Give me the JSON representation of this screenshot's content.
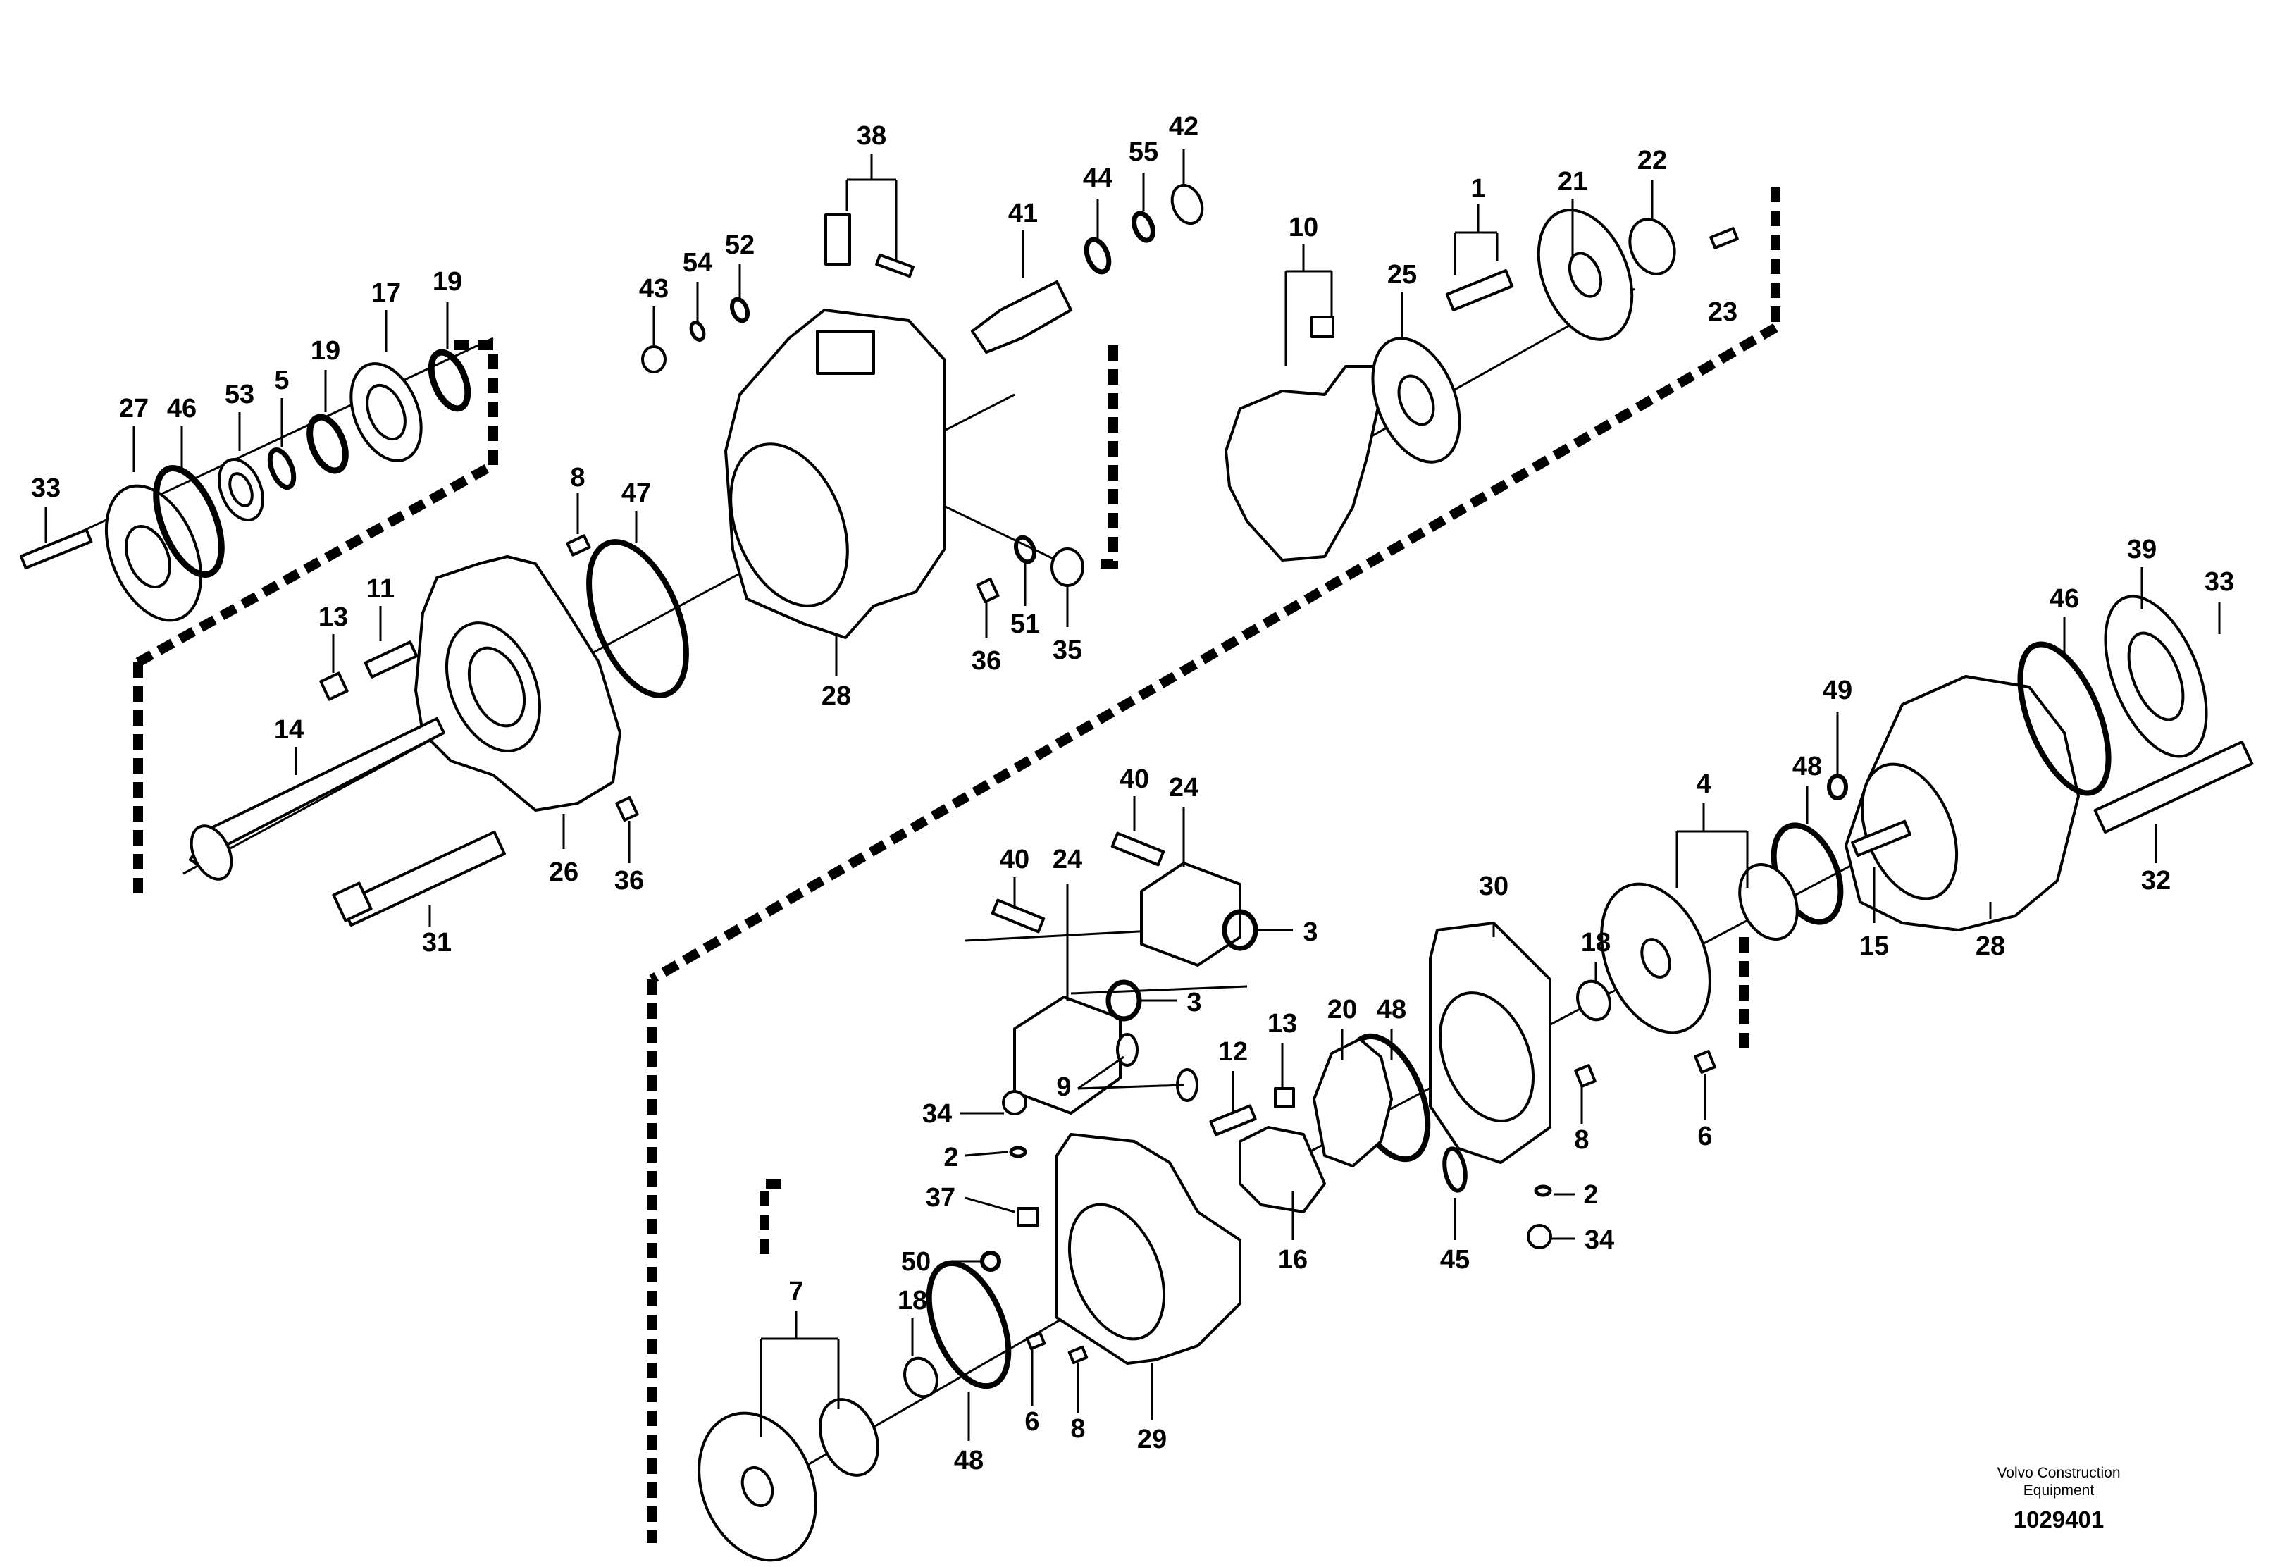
{
  "callouts": [
    {
      "id": "38",
      "text": "38"
    },
    {
      "id": "42",
      "text": "42"
    },
    {
      "id": "55",
      "text": "55"
    },
    {
      "id": "44",
      "text": "44"
    },
    {
      "id": "41",
      "text": "41"
    },
    {
      "id": "1",
      "text": "1"
    },
    {
      "id": "21",
      "text": "21"
    },
    {
      "id": "22",
      "text": "22"
    },
    {
      "id": "23",
      "text": "23"
    },
    {
      "id": "10",
      "text": "10"
    },
    {
      "id": "25",
      "text": "25"
    },
    {
      "id": "52",
      "text": "52"
    },
    {
      "id": "54",
      "text": "54"
    },
    {
      "id": "43",
      "text": "43"
    },
    {
      "id": "17",
      "text": "17"
    },
    {
      "id": "19a",
      "text": "19"
    },
    {
      "id": "19b",
      "text": "19"
    },
    {
      "id": "27",
      "text": "27"
    },
    {
      "id": "46a",
      "text": "46"
    },
    {
      "id": "53",
      "text": "53"
    },
    {
      "id": "5",
      "text": "5"
    },
    {
      "id": "33a",
      "text": "33"
    },
    {
      "id": "8a",
      "text": "8"
    },
    {
      "id": "47",
      "text": "47"
    },
    {
      "id": "13a",
      "text": "13"
    },
    {
      "id": "11",
      "text": "11"
    },
    {
      "id": "14",
      "text": "14"
    },
    {
      "id": "26",
      "text": "26"
    },
    {
      "id": "36a",
      "text": "36"
    },
    {
      "id": "31",
      "text": "31"
    },
    {
      "id": "28a",
      "text": "28"
    },
    {
      "id": "51",
      "text": "51"
    },
    {
      "id": "36b",
      "text": "36"
    },
    {
      "id": "35",
      "text": "35"
    },
    {
      "id": "39",
      "text": "39"
    },
    {
      "id": "33b",
      "text": "33"
    },
    {
      "id": "46b",
      "text": "46"
    },
    {
      "id": "49",
      "text": "49"
    },
    {
      "id": "4",
      "text": "4"
    },
    {
      "id": "48a",
      "text": "48"
    },
    {
      "id": "32",
      "text": "32"
    },
    {
      "id": "15",
      "text": "15"
    },
    {
      "id": "28b",
      "text": "28"
    },
    {
      "id": "40a",
      "text": "40"
    },
    {
      "id": "24a",
      "text": "24"
    },
    {
      "id": "40b",
      "text": "40"
    },
    {
      "id": "24b",
      "text": "24"
    },
    {
      "id": "3a",
      "text": "3"
    },
    {
      "id": "3b",
      "text": "3"
    },
    {
      "id": "30",
      "text": "30"
    },
    {
      "id": "18a",
      "text": "18"
    },
    {
      "id": "6a",
      "text": "6"
    },
    {
      "id": "9",
      "text": "9"
    },
    {
      "id": "12",
      "text": "12"
    },
    {
      "id": "13b",
      "text": "13"
    },
    {
      "id": "20",
      "text": "20"
    },
    {
      "id": "48b",
      "text": "48"
    },
    {
      "id": "34a",
      "text": "34"
    },
    {
      "id": "2a",
      "text": "2"
    },
    {
      "id": "37",
      "text": "37"
    },
    {
      "id": "50",
      "text": "50"
    },
    {
      "id": "16",
      "text": "16"
    },
    {
      "id": "45",
      "text": "45"
    },
    {
      "id": "8b",
      "text": "8"
    },
    {
      "id": "2b",
      "text": "2"
    },
    {
      "id": "34b",
      "text": "34"
    },
    {
      "id": "7",
      "text": "7"
    },
    {
      "id": "18b",
      "text": "18"
    },
    {
      "id": "48c",
      "text": "48"
    },
    {
      "id": "6b",
      "text": "6"
    },
    {
      "id": "8c",
      "text": "8"
    },
    {
      "id": "29",
      "text": "29"
    }
  ],
  "footer": {
    "brand_line1": "Volvo Construction",
    "brand_line2": "Equipment",
    "doc_number": "1029401"
  }
}
